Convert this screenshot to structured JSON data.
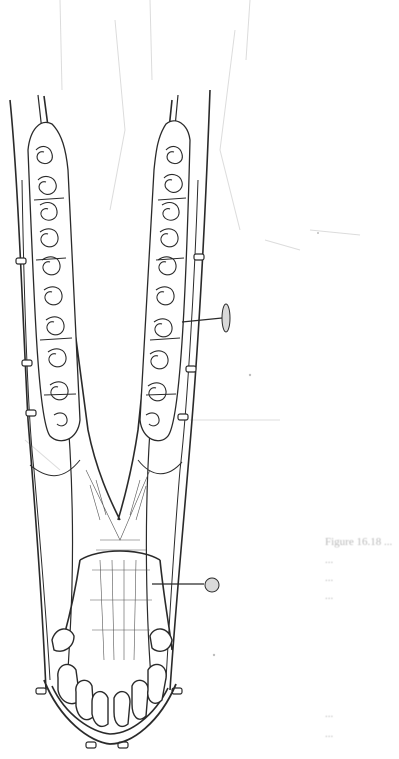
{
  "figure": {
    "kind": "dental-arch-line-drawing",
    "subject": "mandible-occlusal-view",
    "colors": {
      "paper": "#ffffff",
      "ink": "#2a2a2a",
      "ghost": "#d8d8d8",
      "label_oval": "#b9b9b9"
    },
    "callouts": [
      {
        "id": "cheek-tooth-row",
        "marker": "elongated-oval"
      },
      {
        "id": "incisor-region",
        "marker": "round-dot"
      }
    ]
  },
  "bleed_through_text": [
    "Figure 16.18 ...",
    "...",
    "...",
    "...",
    "...",
    "..."
  ]
}
